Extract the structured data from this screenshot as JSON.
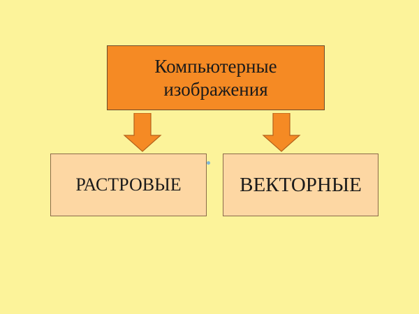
{
  "colors": {
    "background": "#fcf39a",
    "root_fill": "#f58a24",
    "child_fill": "#fdd7a3",
    "arrow_fill": "#f58a24"
  },
  "root": {
    "line1": "Компьютерные",
    "line2": "изображения"
  },
  "children": {
    "left": "РАСТРОВЫЕ",
    "right": "ВЕКТОРНЫЕ"
  }
}
